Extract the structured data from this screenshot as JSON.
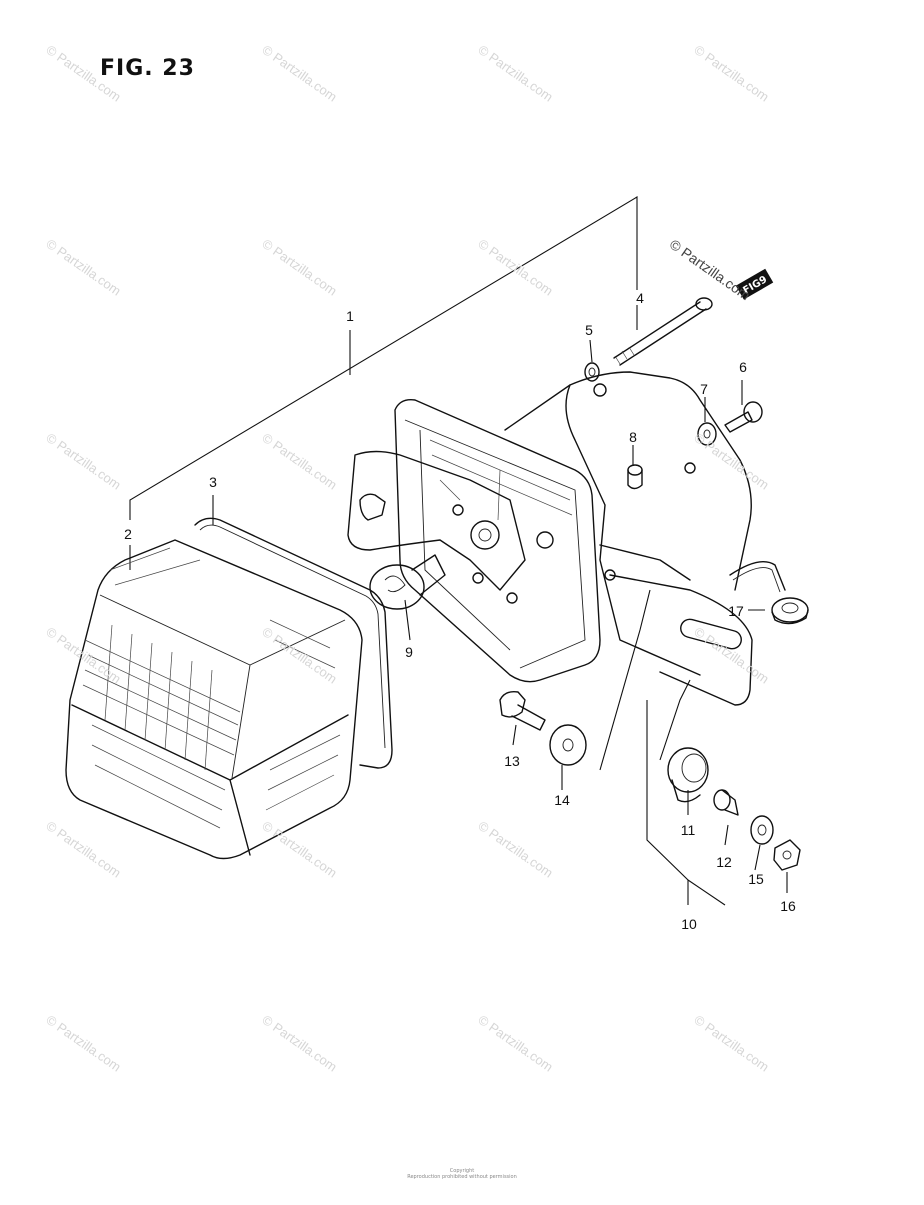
{
  "figure": {
    "title": "FIG. 23"
  },
  "callouts": [
    {
      "id": "1",
      "label": "1"
    },
    {
      "id": "2",
      "label": "2"
    },
    {
      "id": "3",
      "label": "3"
    },
    {
      "id": "4",
      "label": "4"
    },
    {
      "id": "5",
      "label": "5"
    },
    {
      "id": "6",
      "label": "6"
    },
    {
      "id": "7",
      "label": "7"
    },
    {
      "id": "8",
      "label": "8"
    },
    {
      "id": "9",
      "label": "9"
    },
    {
      "id": "10",
      "label": "10"
    },
    {
      "id": "11",
      "label": "11"
    },
    {
      "id": "12",
      "label": "12"
    },
    {
      "id": "13",
      "label": "13"
    },
    {
      "id": "14",
      "label": "14"
    },
    {
      "id": "15",
      "label": "15"
    },
    {
      "id": "16",
      "label": "16"
    },
    {
      "id": "17",
      "label": "17"
    }
  ],
  "watermark": {
    "text": "© Partzilla.com"
  },
  "reference_tag": {
    "text": "FIG9"
  },
  "footer": {
    "line1": "Copyright",
    "line2": "Reproduction prohibited without permission"
  },
  "colors": {
    "ink": "#111111",
    "watermark": "#d6d6d6",
    "background": "#ffffff"
  }
}
